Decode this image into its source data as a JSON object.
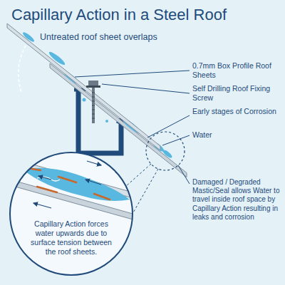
{
  "diagram": {
    "title": "Capillary Action in a Steel Roof",
    "nodes": [
      {
        "text": [
          "Capillary Action forces water upwards due to surface tension between the roof sheets."
        ]
      }
    ],
    "labels": [
      "Untreated roof sheet overlaps",
      "0.7mm Box Profile Roof Sheets",
      "Self Drilling Roof Fixing Screw",
      "Early stages of Corrosion",
      "Water",
      "Damaged / Degraded Mastic/Seal allows Water to travel inside roof space by Capillary Action resulting in leaks and corrosion"
    ]
  }
}
